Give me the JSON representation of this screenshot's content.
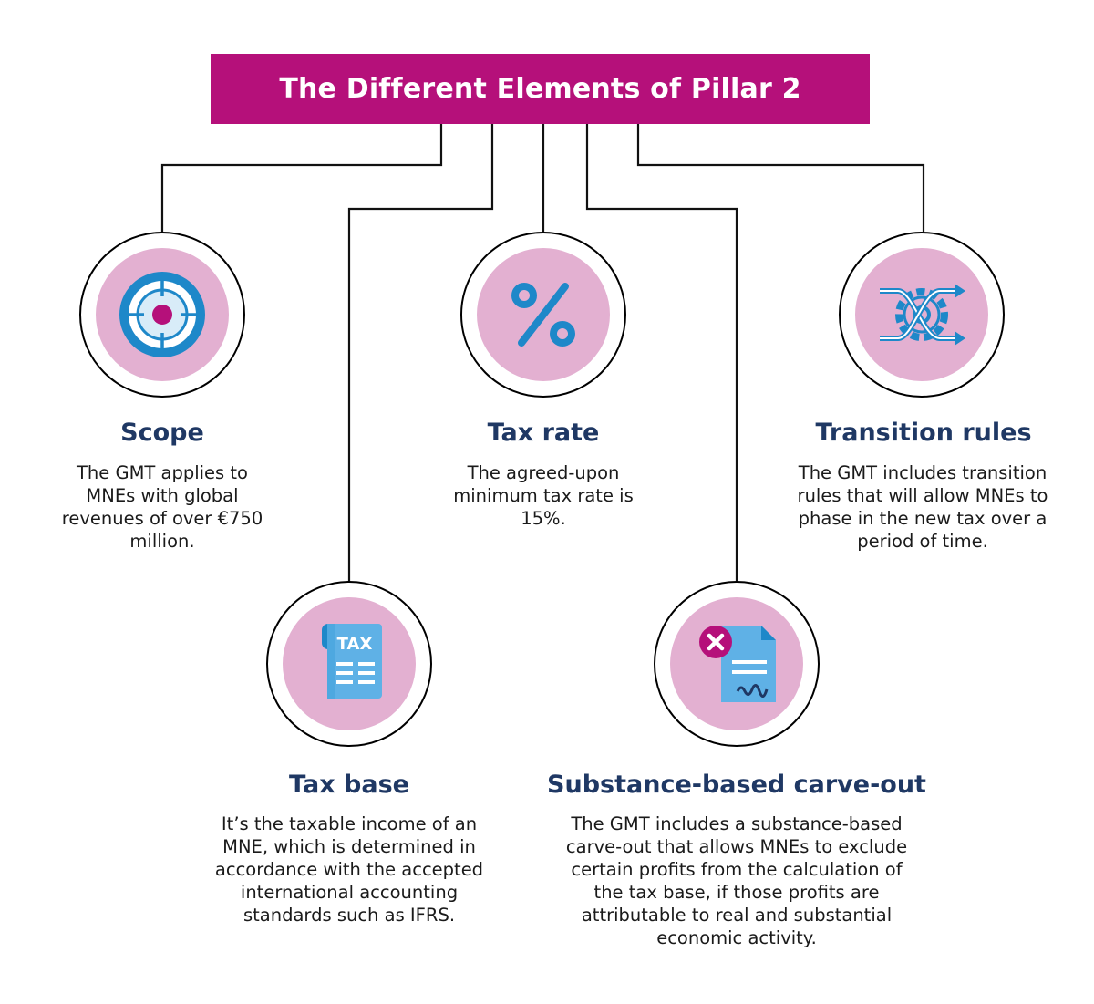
{
  "title": "The Different Elements of Pillar 2",
  "colors": {
    "title_bg": "#b5107a",
    "circle_fill": "#e3b0d1",
    "heading": "#1f3864",
    "icon_blue": "#1e88c9",
    "icon_light_blue": "#4ea8e0",
    "icon_magenta": "#b5107a"
  },
  "elements": [
    {
      "heading": "Scope",
      "icon": "target-icon",
      "description": "The GMT applies to MNEs with global revenues of over €750 million."
    },
    {
      "heading": "Tax base",
      "icon": "tax-document-icon",
      "icon_text": "TAX",
      "description": "It’s the taxable income of an MNE, which is determined in accordance with the accepted international accounting standards such as IFRS."
    },
    {
      "heading": "Tax rate",
      "icon": "percent-icon",
      "description": "The agreed-upon minimum tax rate is 15%."
    },
    {
      "heading": "Substance-based carve-out",
      "icon": "excluded-document-icon",
      "description": "The GMT includes a substance-based carve-out that allows MNEs to exclude certain profits from the calculation of the tax base, if those profits are attributable to real and substantial economic activity."
    },
    {
      "heading": "Transition rules",
      "icon": "gear-transition-icon",
      "description": "The GMT includes transition rules that will allow MNEs to phase in the new tax over a period of time."
    }
  ]
}
